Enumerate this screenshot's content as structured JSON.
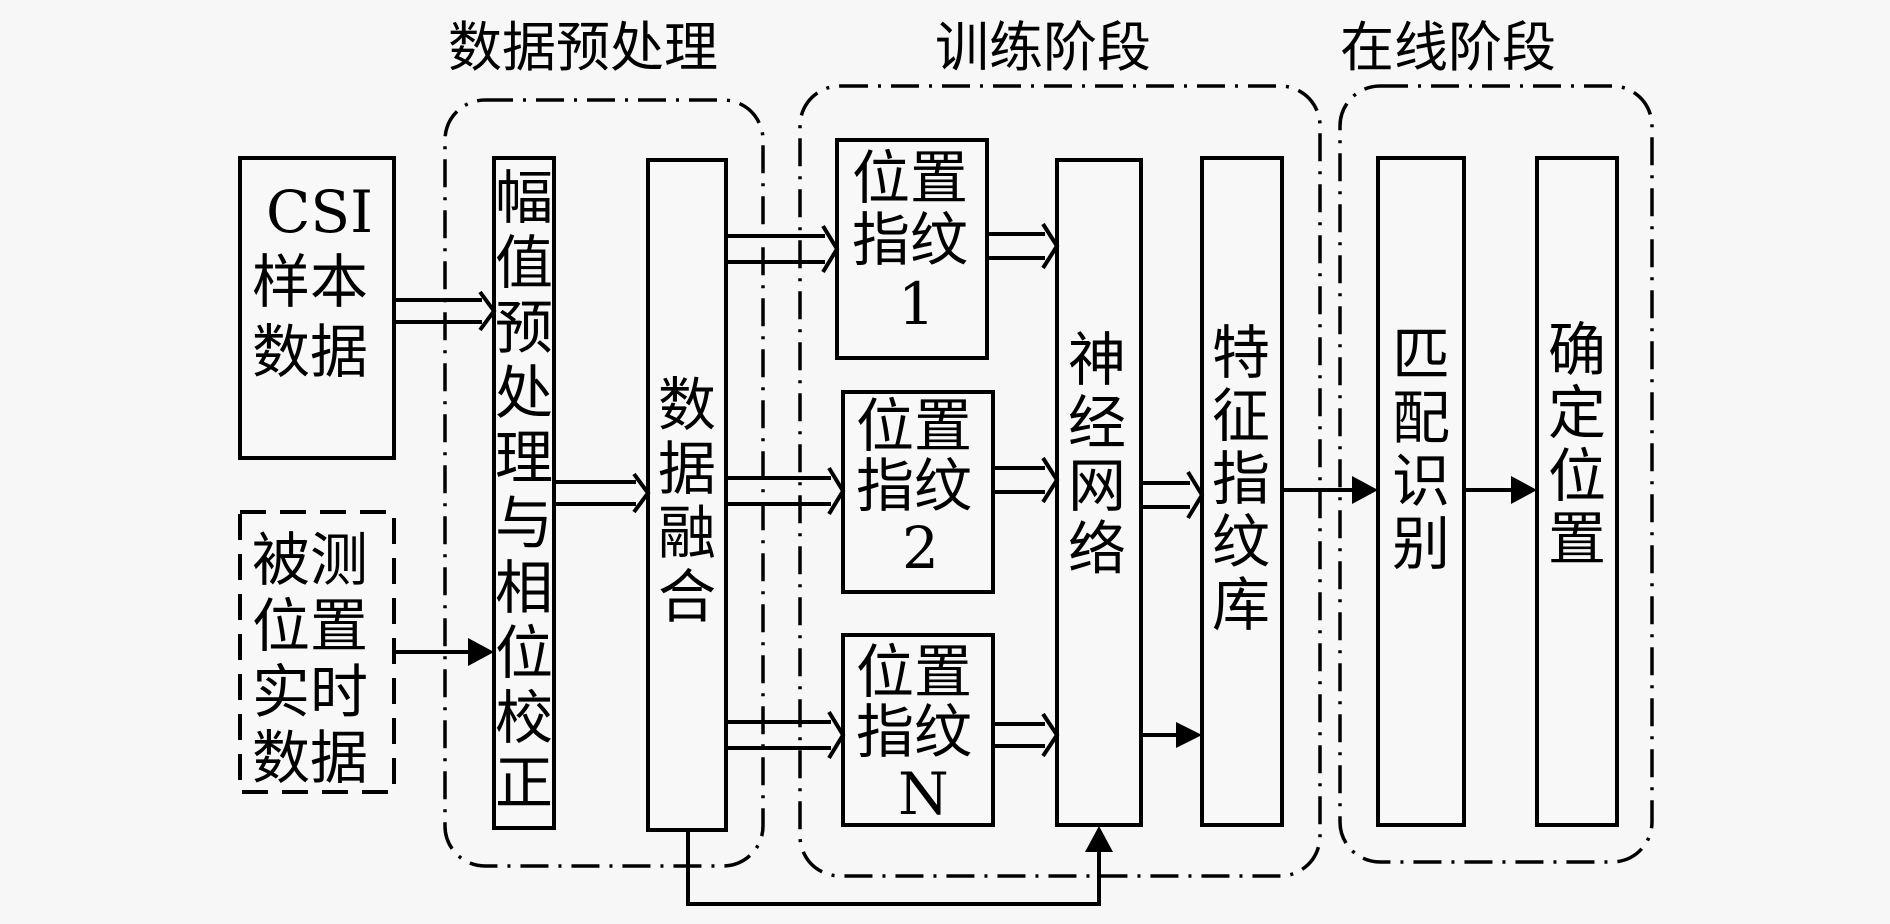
{
  "stages": {
    "preprocess": "数据预处理",
    "training": "训练阶段",
    "online": "在线阶段"
  },
  "boxes": {
    "csi": [
      "CSI",
      "样本",
      "数据"
    ],
    "realtime": [
      "被测",
      "位置",
      "实时",
      "数据"
    ],
    "amp": [
      "幅",
      "值",
      "预",
      "处",
      "理",
      "与",
      "相",
      "位",
      "校",
      "正"
    ],
    "fusion": [
      "数",
      "据",
      "融",
      "合"
    ],
    "fp1": [
      "位置",
      "指纹",
      "1"
    ],
    "fp2": [
      "位置",
      "指纹",
      "2"
    ],
    "fpn": [
      "位置",
      "指纹",
      "N"
    ],
    "nn": [
      "神",
      "经",
      "网",
      "络"
    ],
    "db": [
      "特",
      "征",
      "指",
      "纹",
      "库"
    ],
    "match": [
      "匹",
      "配",
      "识",
      "别"
    ],
    "locate": [
      "确",
      "定",
      "位",
      "置"
    ]
  }
}
